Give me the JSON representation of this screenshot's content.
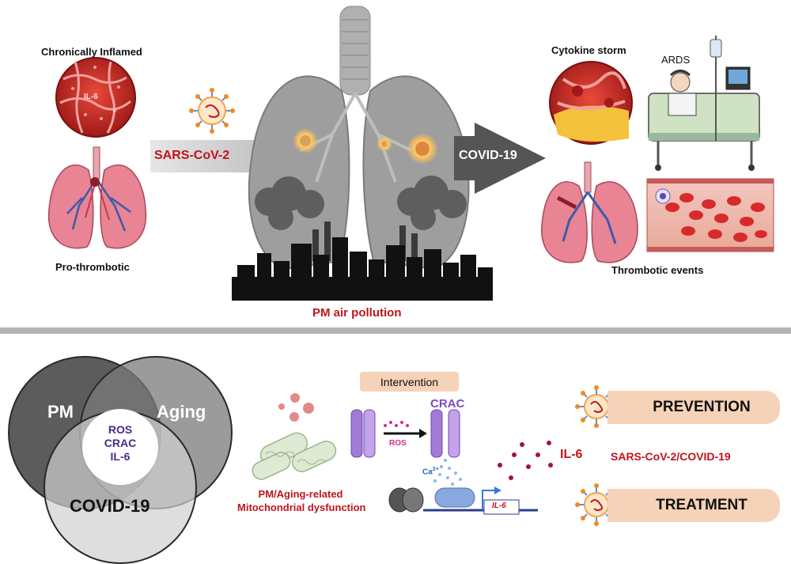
{
  "top": {
    "chronically_inflamed": "Chronically Inflamed",
    "il6_cell": "IL-6",
    "pro_thrombotic": "Pro-thrombotic",
    "sars_cov_2": "SARS-CoV-2",
    "covid_19": "COVID-19",
    "pm_air_pollution": "PM air pollution",
    "cytokine_storm": "Cytokine storm",
    "ards": "ARDS",
    "thrombotic_events": "Thrombotic events"
  },
  "venn": {
    "pm": "PM",
    "aging": "Aging",
    "covid": "COVID-19",
    "center": [
      "ROS",
      "CRAC",
      "IL-6"
    ]
  },
  "mechanism": {
    "intervention": "Intervention",
    "crac": "CRAC",
    "ros": "ROS",
    "ca": "Ca",
    "ca_sup": "2+",
    "il6_gene": "IL-6",
    "il6_release": "IL-6",
    "mito_line1": "PM/Aging-related",
    "mito_line2": "Mitochondrial dysfunction"
  },
  "outcomes": {
    "prevention": "PREVENTION",
    "sars_covid": "SARS-CoV-2/COVID-19",
    "treatment": "TREATMENT"
  },
  "colors": {
    "accent_red": "#c0141c",
    "pill": "#f6d2b8",
    "grey_arrow": "#9a9a9a",
    "dark_arrow": "#555555",
    "lung_pink": "#e07a8a",
    "vessel_blue": "#3b5ba8",
    "crac_purple": "#a27bd6"
  }
}
